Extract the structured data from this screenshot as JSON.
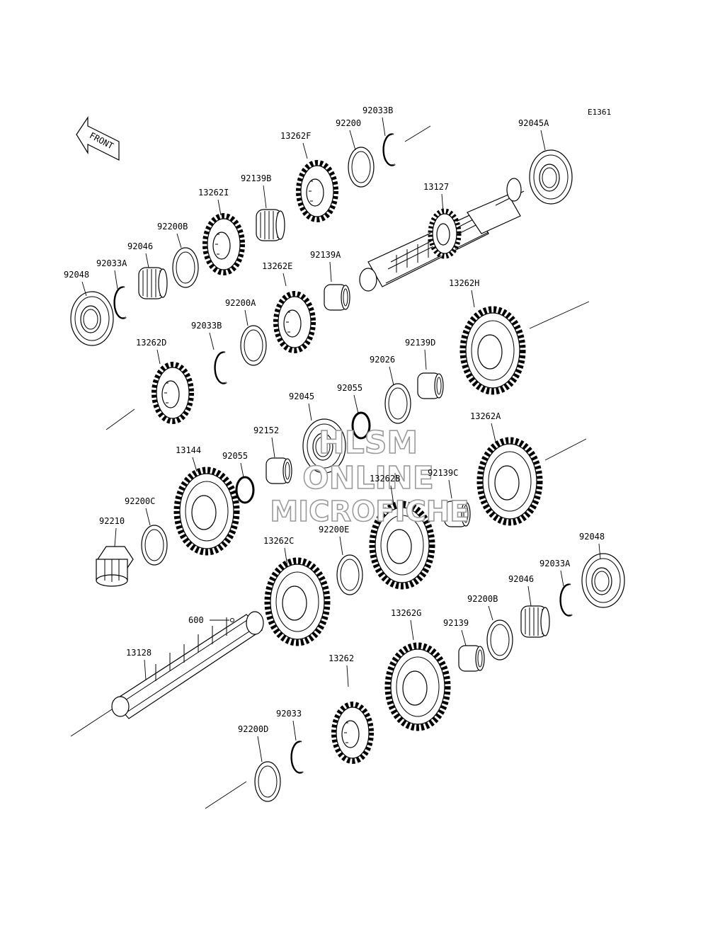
{
  "diagram": {
    "drawing_code": "E1361",
    "front_label": "FRONT",
    "watermark": [
      "HLSM",
      "ONLINE",
      "MICROFICHE"
    ],
    "callouts": [
      {
        "id": "c01",
        "text": "92033B"
      },
      {
        "id": "c02",
        "text": "92200"
      },
      {
        "id": "c03",
        "text": "13262F"
      },
      {
        "id": "c04",
        "text": "92045A"
      },
      {
        "id": "c05",
        "text": "92139B"
      },
      {
        "id": "c06",
        "text": "13262I"
      },
      {
        "id": "c07",
        "text": "13127"
      },
      {
        "id": "c08",
        "text": "92200B"
      },
      {
        "id": "c09",
        "text": "92046"
      },
      {
        "id": "c10",
        "text": "92033A"
      },
      {
        "id": "c11",
        "text": "92048"
      },
      {
        "id": "c12",
        "text": "13262E"
      },
      {
        "id": "c13",
        "text": "92139A"
      },
      {
        "id": "c14",
        "text": "13262H"
      },
      {
        "id": "c15",
        "text": "92200A"
      },
      {
        "id": "c16",
        "text": "92033B"
      },
      {
        "id": "c17",
        "text": "92139D"
      },
      {
        "id": "c18",
        "text": "13262D"
      },
      {
        "id": "c19",
        "text": "92026"
      },
      {
        "id": "c20",
        "text": "92055"
      },
      {
        "id": "c21",
        "text": "92045"
      },
      {
        "id": "c22",
        "text": "92152"
      },
      {
        "id": "c23",
        "text": "13262A"
      },
      {
        "id": "c24",
        "text": "13144"
      },
      {
        "id": "c25",
        "text": "92055"
      },
      {
        "id": "c26",
        "text": "13262B"
      },
      {
        "id": "c27",
        "text": "92139C"
      },
      {
        "id": "c28",
        "text": "92200C"
      },
      {
        "id": "c29",
        "text": "92210"
      },
      {
        "id": "c30",
        "text": "92048"
      },
      {
        "id": "c31",
        "text": "13262C"
      },
      {
        "id": "c32",
        "text": "92200E"
      },
      {
        "id": "c33",
        "text": "92033A"
      },
      {
        "id": "c34",
        "text": "92046"
      },
      {
        "id": "c35",
        "text": "92200B"
      },
      {
        "id": "c36",
        "text": "600"
      },
      {
        "id": "c37",
        "text": "13262G"
      },
      {
        "id": "c38",
        "text": "92139"
      },
      {
        "id": "c39",
        "text": "13128"
      },
      {
        "id": "c40",
        "text": "13262"
      },
      {
        "id": "c41",
        "text": "92033"
      },
      {
        "id": "c42",
        "text": "92200D"
      }
    ]
  }
}
